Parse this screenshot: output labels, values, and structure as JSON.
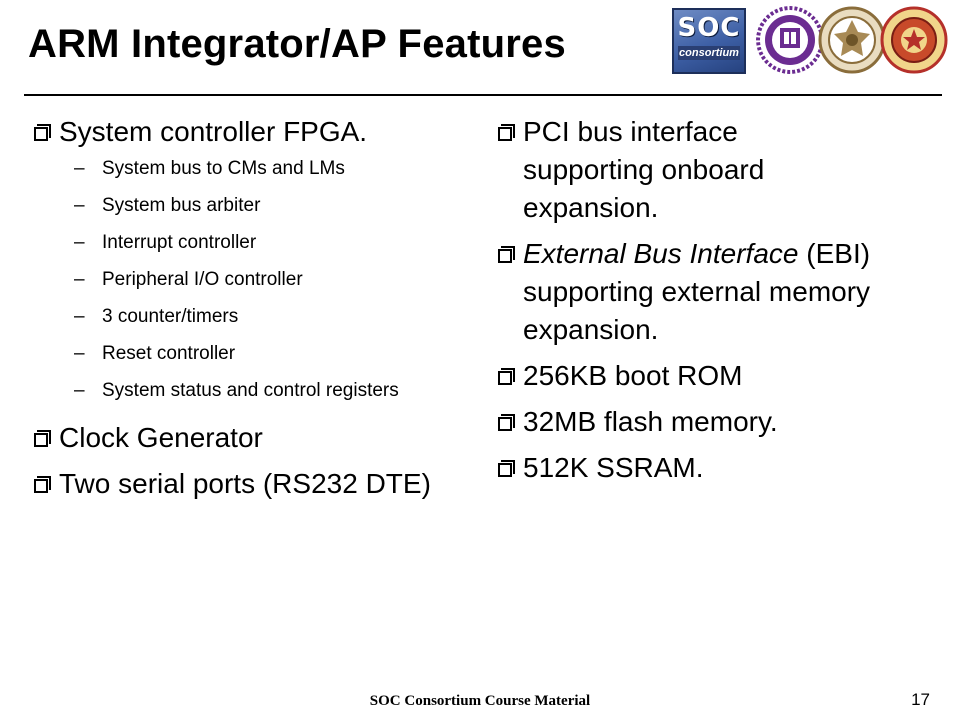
{
  "slide": {
    "title": "ARM Integrator/AP Features"
  },
  "logos": {
    "soc_big": "SOC",
    "soc_small": "consortium",
    "items": [
      "soc-consortium-logo",
      "university-seal-purple",
      "university-seal-tan",
      "university-seal-red"
    ]
  },
  "left_column": {
    "bullet_1": "System controller FPGA.",
    "sub_items": [
      "System bus to CMs and LMs",
      "System bus arbiter",
      "Interrupt controller",
      "Peripheral I/O controller",
      "3 counter/timers",
      "Reset controller",
      "System status and control registers"
    ],
    "bullet_2": "Clock Generator",
    "bullet_3": "Two serial ports (RS232 DTE)"
  },
  "right_column": {
    "bullet_1": "PCI bus interface supporting onboard expansion.",
    "bullet_2_italic": "External Bus Interface",
    "bullet_2_rest": " (EBI) supporting external memory expansion.",
    "bullet_3": "256KB boot ROM",
    "bullet_4": "32MB flash memory.",
    "bullet_5": "512K SSRAM."
  },
  "footer": {
    "text": "SOC Consortium Course Material",
    "page_number": "17"
  },
  "colors": {
    "background": "#ffffff",
    "text": "#000000",
    "soc_logo_blue": "#3d5fa5",
    "seal_purple": "#6b2c91",
    "seal_tan": "#a88a55",
    "seal_red": "#b5302a"
  }
}
